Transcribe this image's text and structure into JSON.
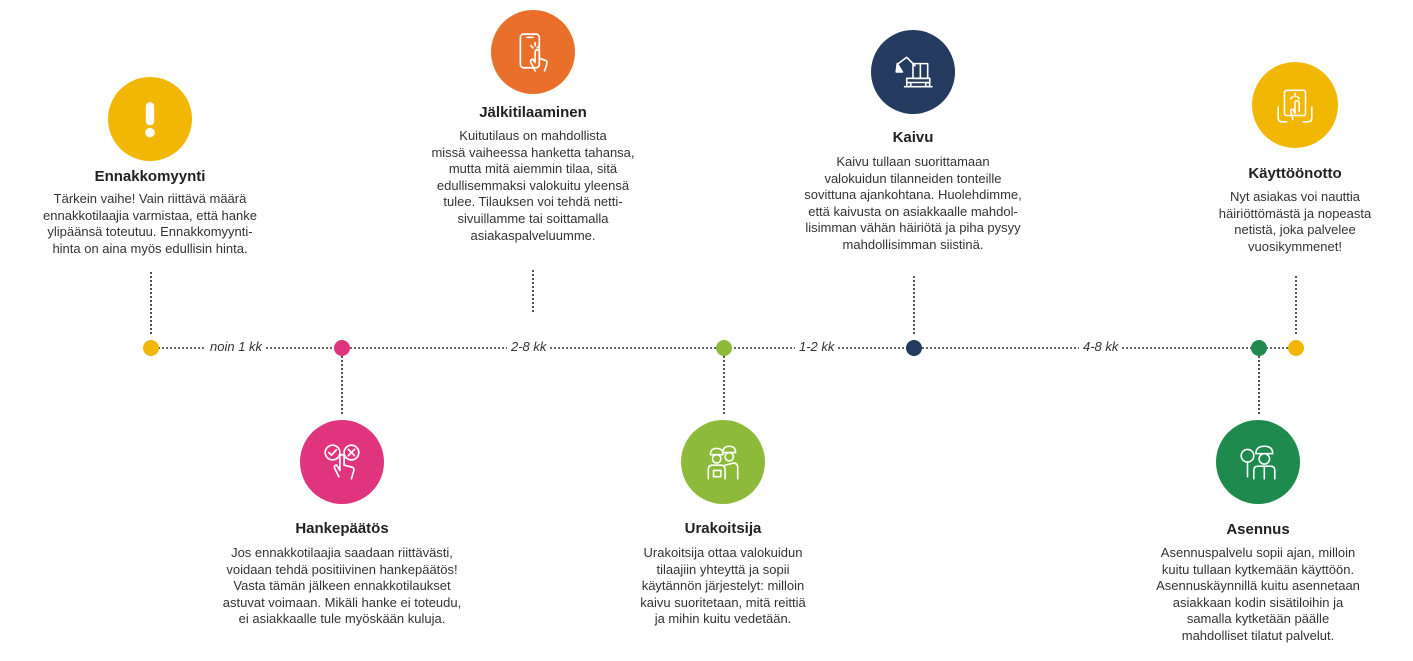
{
  "colors": {
    "yellow": "#F2B705",
    "orange": "#E8702A",
    "pink": "#E0347E",
    "navy": "#243A5E",
    "lime": "#8DBA3A",
    "green": "#1E8A4E"
  },
  "durations": [
    "noin 1 kk",
    "2-8 kk",
    "1-2 kk",
    "4-8 kk"
  ],
  "steps": [
    {
      "title": "Ennakkomyynti",
      "icon": "exclamation-icon",
      "lines": [
        "Tärkein vaihe! Vain riittävä määrä",
        "ennakkotilaajia varmistaa, että hanke",
        "ylipäänsä toteutuu. Ennakkomyynti-",
        "hinta on aina myös edullisin hinta."
      ]
    },
    {
      "title": "Hankepäätös",
      "icon": "check-cross-hand-icon",
      "lines": [
        "Jos ennakkotilaajia saadaan riittävästi,",
        "voidaan tehdä positiivinen hankepäätös!",
        "Vasta tämän jälkeen ennakkotilaukset",
        "astuvat voimaan. Mikäli hanke ei toteudu,",
        "ei asiakkaalle tule myöskään kuluja."
      ]
    },
    {
      "title": "Jälkitilaaminen",
      "icon": "phone-tap-icon",
      "lines": [
        "Kuitutilaus on mahdollista",
        "missä vaiheessa hanketta tahansa,",
        "mutta mitä aiemmin tilaa, sitä",
        "edullisemmaksi valokuitu yleensä",
        "tulee. Tilauksen voi tehdä netti-",
        "sivuillamme tai soittamalla",
        "asiakaspalveluumme."
      ]
    },
    {
      "title": "Urakoitsija",
      "icon": "workers-icon",
      "lines": [
        "Urakoitsija ottaa valokuidun",
        "tilaajiin yhteyttä ja sopii",
        "käytännön järjestelyt: milloin",
        "kaivu suoritetaan, mitä reittiä",
        "ja mihin kuitu vedetään."
      ]
    },
    {
      "title": "Kaivu",
      "icon": "excavator-icon",
      "lines": [
        "Kaivu tullaan suorittamaan",
        "valokuidun tilanneiden tonteille",
        "sovittuna ajankohtana. Huolehdimme,",
        "että kaivusta on asiakkaalle mahdol-",
        "lisimman vähän häiriötä ja piha pysyy",
        "mahdollisimman siistinä."
      ]
    },
    {
      "title": "Asennus",
      "icon": "installer-icon",
      "lines": [
        "Asennuspalvelu sopii ajan, milloin",
        "kuitu tullaan kytkemään käyttöön.",
        "Asennuskäynnillä kuitu asennetaan",
        "asiakkaan kodin sisätiloihin ja",
        "samalla kytketään päälle",
        "mahdolliset tilatut palvelut."
      ]
    },
    {
      "title": "Käyttöönotto",
      "icon": "tablet-touch-icon",
      "lines": [
        "Nyt asiakas voi nauttia",
        "häiriöttömästä ja nopeasta",
        "netistä, joka palvelee",
        "vuosikymmenet!"
      ]
    }
  ]
}
